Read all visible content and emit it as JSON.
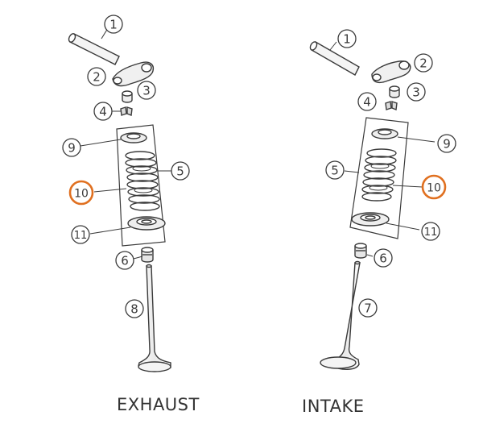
{
  "exhaust": {
    "label": "EXHAUST",
    "callouts": [
      "1",
      "2",
      "3",
      "4",
      "5",
      "6",
      "8",
      "9",
      "10",
      "11"
    ]
  },
  "intake": {
    "label": "INTAKE",
    "callouts": [
      "1",
      "2",
      "3",
      "4",
      "5",
      "6",
      "7",
      "9",
      "10",
      "11"
    ]
  },
  "colors": {
    "line": "#3a3a3a",
    "highlight": "#e07020",
    "fill": "#ffffff"
  }
}
